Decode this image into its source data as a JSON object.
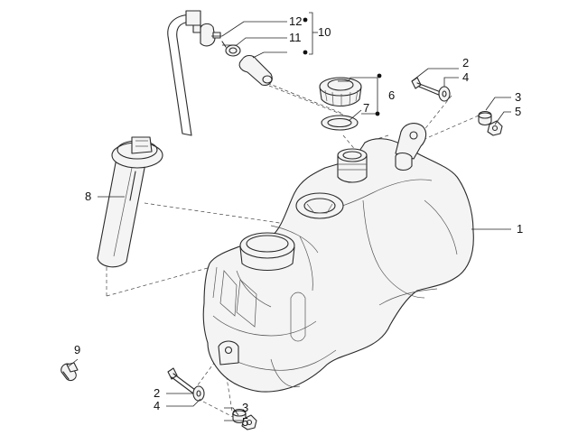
{
  "callouts": {
    "c1": "1",
    "c2a": "2",
    "c2b": "2",
    "c3a": "3",
    "c3b": "3",
    "c4a": "4",
    "c4b": "4",
    "c5a": "5",
    "c5b": "5",
    "c6": "6",
    "c7": "7",
    "c8": "8",
    "c9": "9",
    "c10": "10",
    "c11": "11",
    "c12": "12"
  }
}
